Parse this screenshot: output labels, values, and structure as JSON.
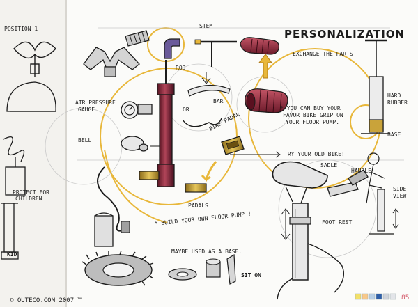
{
  "title": "PERSONALIZATION",
  "subtitle": "EXCHANGE THE PARTS",
  "labels": {
    "stem": "STEM",
    "rod": "ROD",
    "bar": "BAR",
    "or": "OR",
    "air_pressure": "AIR PRESSURE",
    "gauge": "GAUGE",
    "bell": "BELL",
    "bike_padal": "BIKE PADAL",
    "padals": "PADALS",
    "buy_line1": "* YOU CAN BUY YOUR",
    "buy_line2": "FAVOR BIKE GRIP ON",
    "buy_line3": "YOUR FLOOR PUMP.",
    "try_old_bike": "TRY YOUR OLD BIKE!",
    "saddle": "SADLE",
    "handle": "HANDLE",
    "side_view1": "SIDE",
    "side_view2": "VIEW",
    "hard_rubber1": "HARD",
    "hard_rubber2": "RUBBER",
    "base": "BASE",
    "build_pump": "* BUILD YOUR OWN FLOOR PUMP !",
    "maybe_base": "MAYBE USED AS A BASE.",
    "foot_rest": "FOOT REST",
    "sit_on": "SIT ON",
    "kid": "KID",
    "position1": "POSITION 1",
    "protect_line1": "PROTECT FOR",
    "protect_line2": "CHILDREN",
    "footer": "© OUTECO.COM 2007 ™",
    "page_number": "85"
  },
  "colors": {
    "accent_yellow": "#e8b73a",
    "pump_red": "#8c2a3e",
    "grip_red": "#9c3040",
    "pedal_gold": "#c9a33a",
    "stem_purple": "#6a5a9a",
    "swatches": [
      "#f2e06a",
      "#f7c88a",
      "#b8cfe6",
      "#2f5fa8",
      "#cfd3da",
      "#e2e4e8"
    ]
  }
}
